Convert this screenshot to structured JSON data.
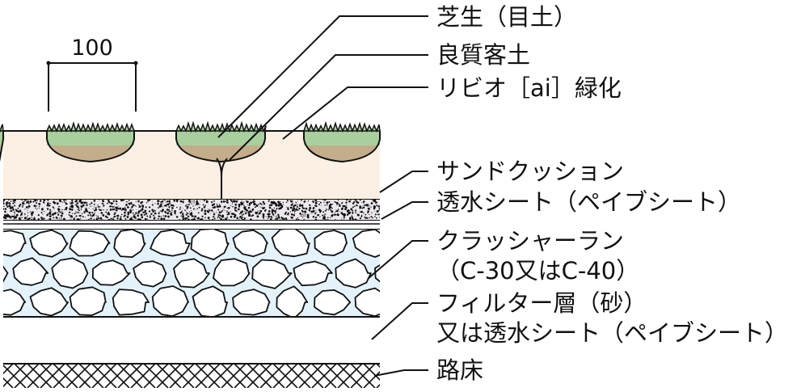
{
  "dimension": {
    "value": "100"
  },
  "labels": {
    "shiba": "芝生（目土）",
    "soil": "良質客土",
    "ribio": "リビオ［ai］緑化",
    "sand": "サンドクッション",
    "sheet": "透水シート（ペイブシート）",
    "crusher1": "クラッシャーラン",
    "crusher2": "（C-30又はC-40）",
    "filter1": "フィルター層（砂）",
    "filter2": "又は透水シート（ペイブシート）",
    "subgrade": "路床"
  },
  "colors": {
    "block": "#fcefe3",
    "grass": "#a9cf9e",
    "soil": "#c4ad8b",
    "sand": "#ede8ee",
    "crusher": "#e3f2fb",
    "line": "#111111"
  }
}
